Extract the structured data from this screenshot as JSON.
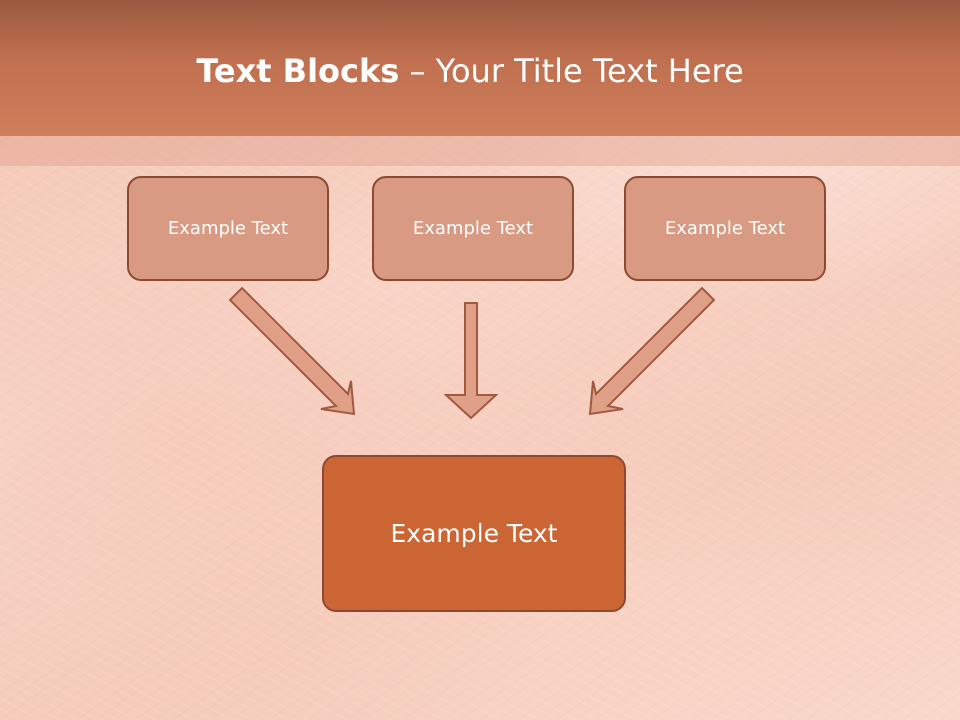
{
  "title": {
    "bold": "Text Blocks",
    "dash": "–",
    "rest": "Your Title Text Here"
  },
  "boxes": {
    "top": [
      {
        "label": "Example Text"
      },
      {
        "label": "Example Text"
      },
      {
        "label": "Example Text"
      }
    ],
    "bottom": {
      "label": "Example Text"
    }
  },
  "colors": {
    "header": "#c0704f",
    "box_fill": "#d89a82",
    "box_border": "#8e4a30",
    "main_box_fill": "#cb6533",
    "arrow_fill": "#e0a088",
    "arrow_stroke": "#a15a40"
  }
}
